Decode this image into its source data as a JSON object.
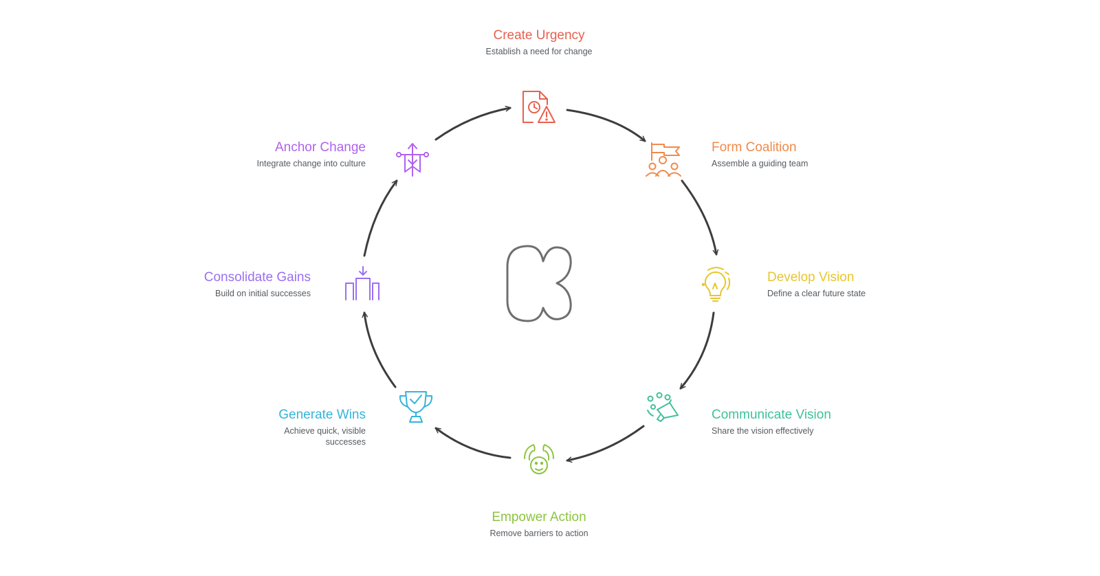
{
  "diagram": {
    "center_icon": "logo-k-icon",
    "steps": [
      {
        "id": "create-urgency",
        "title": "Create Urgency",
        "desc": "Establish a need for change",
        "color": "#e8604f",
        "icon": "document-clock-alert-icon"
      },
      {
        "id": "form-coalition",
        "title": "Form Coalition",
        "desc": "Assemble a guiding team",
        "color": "#ef8a4c",
        "icon": "team-flag-icon"
      },
      {
        "id": "develop-vision",
        "title": "Develop Vision",
        "desc": "Define a clear future state",
        "color": "#e7c62d",
        "icon": "lightbulb-icon"
      },
      {
        "id": "communicate-vision",
        "title": "Communicate Vision",
        "desc": "Share the vision effectively",
        "color": "#3fc19a",
        "icon": "megaphone-icon"
      },
      {
        "id": "empower-action",
        "title": "Empower Action",
        "desc": "Remove barriers to action",
        "color": "#8cc43f",
        "icon": "hands-support-icon"
      },
      {
        "id": "generate-wins",
        "title": "Generate Wins",
        "desc": "Achieve quick, visible successes",
        "color": "#35b4d9",
        "icon": "trophy-icon"
      },
      {
        "id": "consolidate-gains",
        "title": "Consolidate Gains",
        "desc": "Build on initial successes",
        "color": "#9a6ff0",
        "icon": "building-arrow-icon"
      },
      {
        "id": "anchor-change",
        "title": "Anchor Change",
        "desc": "Integrate change into culture",
        "color": "#b061ee",
        "icon": "banner-arrow-icon"
      }
    ]
  }
}
